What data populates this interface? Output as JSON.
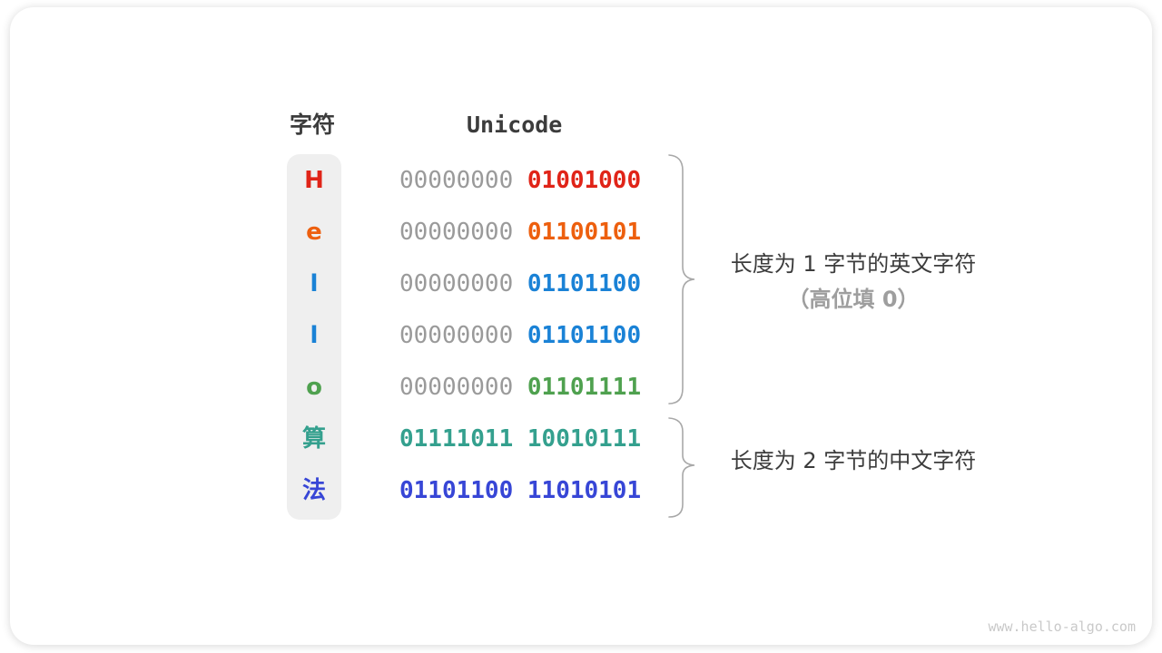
{
  "table": {
    "headers": {
      "char": "字符",
      "unicode": "Unicode"
    },
    "gray_color": "#9a9a9a",
    "rows": [
      {
        "char": "H",
        "color": "#e02418",
        "byte1": "00000000",
        "byte2": "01001000"
      },
      {
        "char": "e",
        "color": "#ed5f0e",
        "byte1": "00000000",
        "byte2": "01100101"
      },
      {
        "char": "l",
        "color": "#1a82d6",
        "byte1": "00000000",
        "byte2": "01101100"
      },
      {
        "char": "l",
        "color": "#1a82d6",
        "byte1": "00000000",
        "byte2": "01101100"
      },
      {
        "char": "o",
        "color": "#4fa14f",
        "byte1": "00000000",
        "byte2": "01101111"
      },
      {
        "char": "算",
        "color": "#34a08e",
        "byte1": "01111011",
        "byte2": "10010111"
      },
      {
        "char": "法",
        "color": "#3746d6",
        "byte1": "01101100",
        "byte2": "11010101"
      }
    ]
  },
  "annotations": {
    "group1": {
      "line1": "长度为 1 字节的英文字符",
      "line2": "（高位填 0）"
    },
    "group2": {
      "line1": "长度为 2 字节的中文字符"
    }
  },
  "watermark": "www.hello-algo.com",
  "brace_color": "#a8a8a8"
}
